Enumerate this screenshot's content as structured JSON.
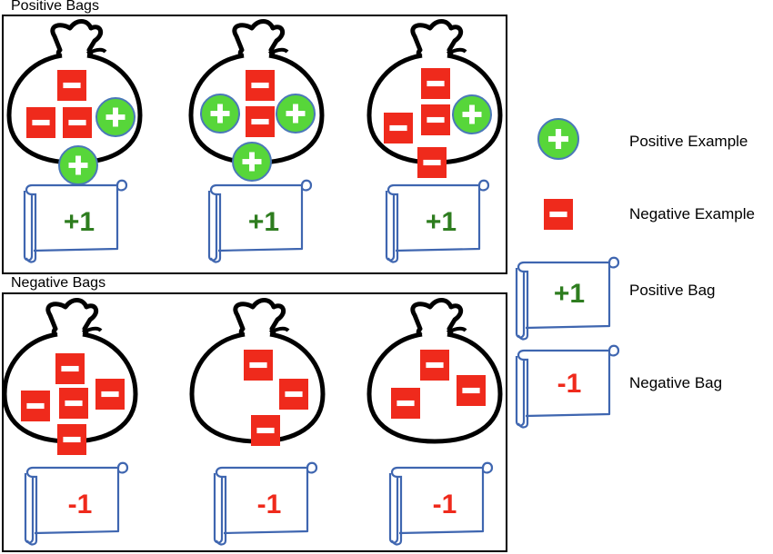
{
  "panels": {
    "positive": {
      "title": "Positive Bags",
      "bags": [
        {
          "label": "+1",
          "items": [
            {
              "type": "negative"
            },
            {
              "type": "negative"
            },
            {
              "type": "negative"
            },
            {
              "type": "positive"
            },
            {
              "type": "positive"
            }
          ]
        },
        {
          "label": "+1",
          "items": [
            {
              "type": "negative"
            },
            {
              "type": "negative"
            },
            {
              "type": "positive"
            },
            {
              "type": "positive"
            },
            {
              "type": "positive"
            }
          ]
        },
        {
          "label": "+1",
          "items": [
            {
              "type": "negative"
            },
            {
              "type": "negative"
            },
            {
              "type": "negative"
            },
            {
              "type": "negative"
            },
            {
              "type": "positive"
            }
          ]
        }
      ]
    },
    "negative": {
      "title": "Negative Bags",
      "bags": [
        {
          "label": "-1",
          "items": [
            {
              "type": "negative"
            },
            {
              "type": "negative"
            },
            {
              "type": "negative"
            },
            {
              "type": "negative"
            },
            {
              "type": "negative"
            }
          ]
        },
        {
          "label": "-1",
          "items": [
            {
              "type": "negative"
            },
            {
              "type": "negative"
            },
            {
              "type": "negative"
            }
          ]
        },
        {
          "label": "-1",
          "items": [
            {
              "type": "negative"
            },
            {
              "type": "negative"
            },
            {
              "type": "negative"
            }
          ]
        }
      ]
    }
  },
  "legend": {
    "positive_example": "Positive Example",
    "negative_example": "Negative Example",
    "positive_bag": "Positive Bag",
    "positive_bag_label": "+1",
    "negative_bag": "Negative Bag",
    "negative_bag_label": "-1"
  },
  "colors": {
    "positive_fill": "#57d63a",
    "positive_stroke": "#4a78b8",
    "negative_fill": "#ef2a1c",
    "scroll_stroke": "#3f66b0",
    "positive_label": "#2e7d1f",
    "negative_label": "#ef2a1c",
    "bag_stroke": "#000000"
  }
}
